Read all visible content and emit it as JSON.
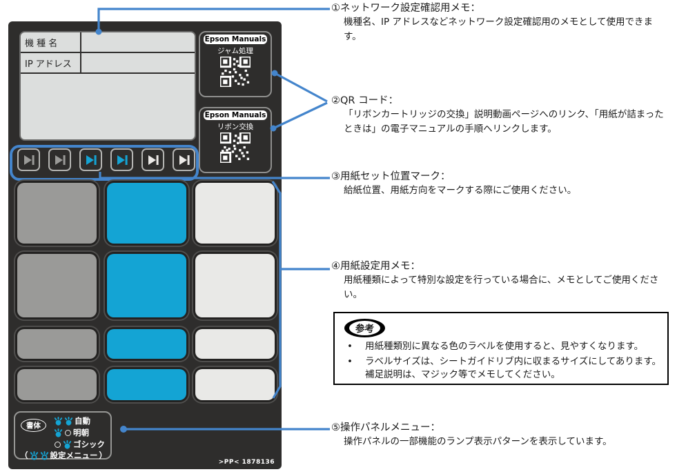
{
  "colors": {
    "callout_blue": "#4485cc",
    "cyan": "#14a4d4",
    "gray_pad": "#9a9a98",
    "white_pad": "#e9e9e7",
    "panel_bg": "#2e2d2c",
    "memo_bg": "#dcdedd"
  },
  "panel": {
    "memo": {
      "rows": [
        {
          "label": "機 種 名",
          "value": ""
        },
        {
          "label": "IP アドレス",
          "value": ""
        }
      ]
    },
    "qr_blocks": [
      {
        "brand": "Epson Manuals",
        "label": "ジャム処理"
      },
      {
        "brand": "Epson Manuals",
        "label": "リボン交換"
      }
    ],
    "paper_marks": {
      "icon": "skip-to-end-arrow",
      "colors": [
        "gray",
        "gray",
        "cyan",
        "cyan",
        "white",
        "white"
      ]
    },
    "pad_grid": {
      "rows": [
        [
          "gray",
          "cyan",
          "white"
        ],
        [
          "gray",
          "cyan",
          "white"
        ],
        [
          "gray",
          "cyan",
          "white"
        ],
        [
          "gray",
          "cyan",
          "white"
        ]
      ]
    },
    "font_menu": {
      "title": "書体",
      "rows": [
        {
          "lamps": [
            "on",
            "on"
          ],
          "label": "自動"
        },
        {
          "lamps": [
            "on",
            "off"
          ],
          "label": "明朝"
        },
        {
          "lamps": [
            "off",
            "on"
          ],
          "label": "ゴシック"
        }
      ],
      "footer_prefix": "（",
      "footer_lamps": [
        "blink",
        "blink"
      ],
      "footer_label": "設定メニュー",
      "footer_suffix": "）"
    },
    "part_number": ">PP< 1878136"
  },
  "annotations": [
    {
      "heading": "①ネットワーク設定確認用メモ：",
      "body": "機種名、IP アドレスなどネットワーク設定確認用のメモとして使用できます。"
    },
    {
      "heading": "②QR コード：",
      "body": "「リボンカートリッジの交換」説明動画ページへのリンク、「用紙が詰まったときは」の電子マニュアルの手順へリンクします。"
    },
    {
      "heading": "③用紙セット位置マーク：",
      "body": "給紙位置、用紙方向をマークする際にご使用ください。"
    },
    {
      "heading": "④用紙設定用メモ：",
      "body": "用紙種類によって特別な設定を行っている場合に、メモとしてご使用ください。"
    },
    {
      "heading": "⑤操作パネルメニュー：",
      "body": "操作パネルの一部機能のランプ表示パターンを表示しています。"
    }
  ],
  "note_box": {
    "badge": "参考",
    "bullet": "•",
    "items": [
      "用紙種類別に異なる色のラベルを使用すると、見やすくなります。",
      "ラベルサイズは、シートガイドリブ内に収まるサイズにしてあります。補足説明は、マジック等でメモしてください。"
    ]
  }
}
